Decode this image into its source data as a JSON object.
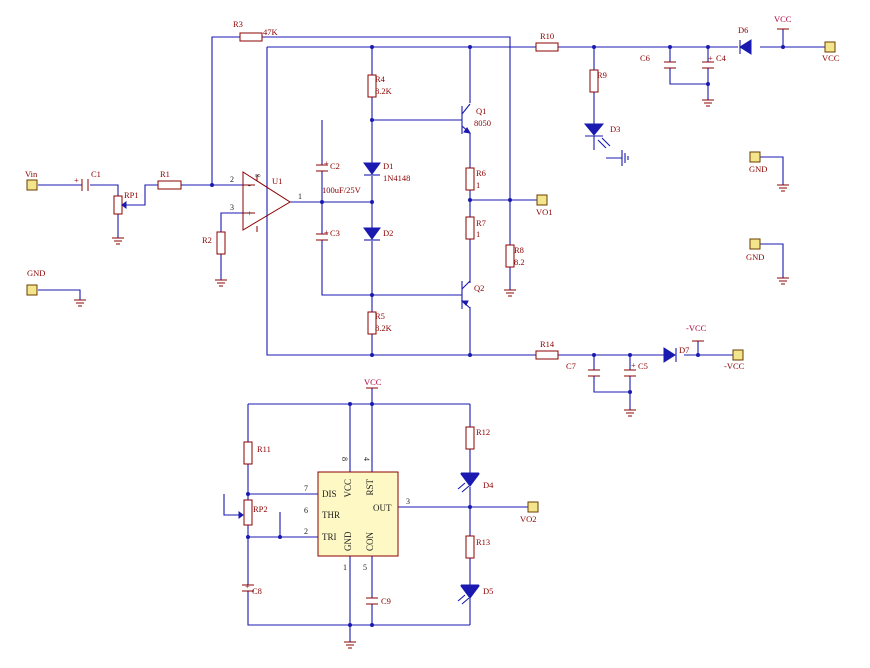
{
  "labels": {
    "vin": "Vin",
    "c1": "C1",
    "rp1": "RP1",
    "r1": "R1",
    "r3": "R3",
    "r3_value": "47K",
    "r2": "R2",
    "gnd_left": "GND",
    "u1": "U1",
    "pin_u1_2": "2",
    "pin_u1_3": "3",
    "pin_u1_1": "1",
    "opamp_minus": "-",
    "opamp_plus": "+",
    "opamp_inf": "∞",
    "c2": "C2",
    "c2_value": "100uF/25V",
    "c3": "C3",
    "r4": "R4",
    "r4_value": "8.2K",
    "d1": "D1",
    "d1_value": "1N4148",
    "d2": "D2",
    "r5": "R5",
    "r5_value": "8.2K",
    "q1": "Q1",
    "q1_value": "8050",
    "q2": "Q2",
    "r6": "R6",
    "r6_value": "1",
    "r7": "R7",
    "r7_value": "1",
    "r8": "R8",
    "r8_value": "8.2",
    "vo1": "VO1",
    "r10": "R10",
    "r9": "R9",
    "d3": "D3",
    "c6": "C6",
    "c4": "C4",
    "d6": "D6",
    "vcc_flag": "VCC",
    "vcc": "VCC",
    "gnd_right_1": "GND",
    "gnd_right_2": "GND",
    "r14": "R14",
    "c7": "C7",
    "c5": "C5",
    "d7": "D7",
    "neg_vcc_flag": "-VCC",
    "neg_vcc": "-VCC",
    "vcc_555": "VCC",
    "r11": "R11",
    "rp2": "RP2",
    "c8": "C8",
    "c9": "C9",
    "r12": "R12",
    "d4": "D4",
    "r13": "R13",
    "d5": "D5",
    "vo2": "VO2",
    "pin_555_7": "7",
    "pin_555_6": "6",
    "pin_555_2": "2",
    "pin_555_3": "3",
    "pin_555_1": "1",
    "pin_555_5": "5",
    "pin_555_8": "8",
    "pin_555_4": "4",
    "ic_dis": "DIS",
    "ic_thr": "THR",
    "ic_tri": "TRI",
    "ic_out": "OUT",
    "ic_vcc": "VCC",
    "ic_rst": "RST",
    "ic_gnd": "GND",
    "ic_con": "CON",
    "plus": "+"
  },
  "colors": {
    "wire": "#1a1ab0",
    "component": "#8b0000",
    "port_fill": "#f2e58c",
    "ic_fill": "#fdf8c4",
    "power_label": "#b0003a"
  }
}
